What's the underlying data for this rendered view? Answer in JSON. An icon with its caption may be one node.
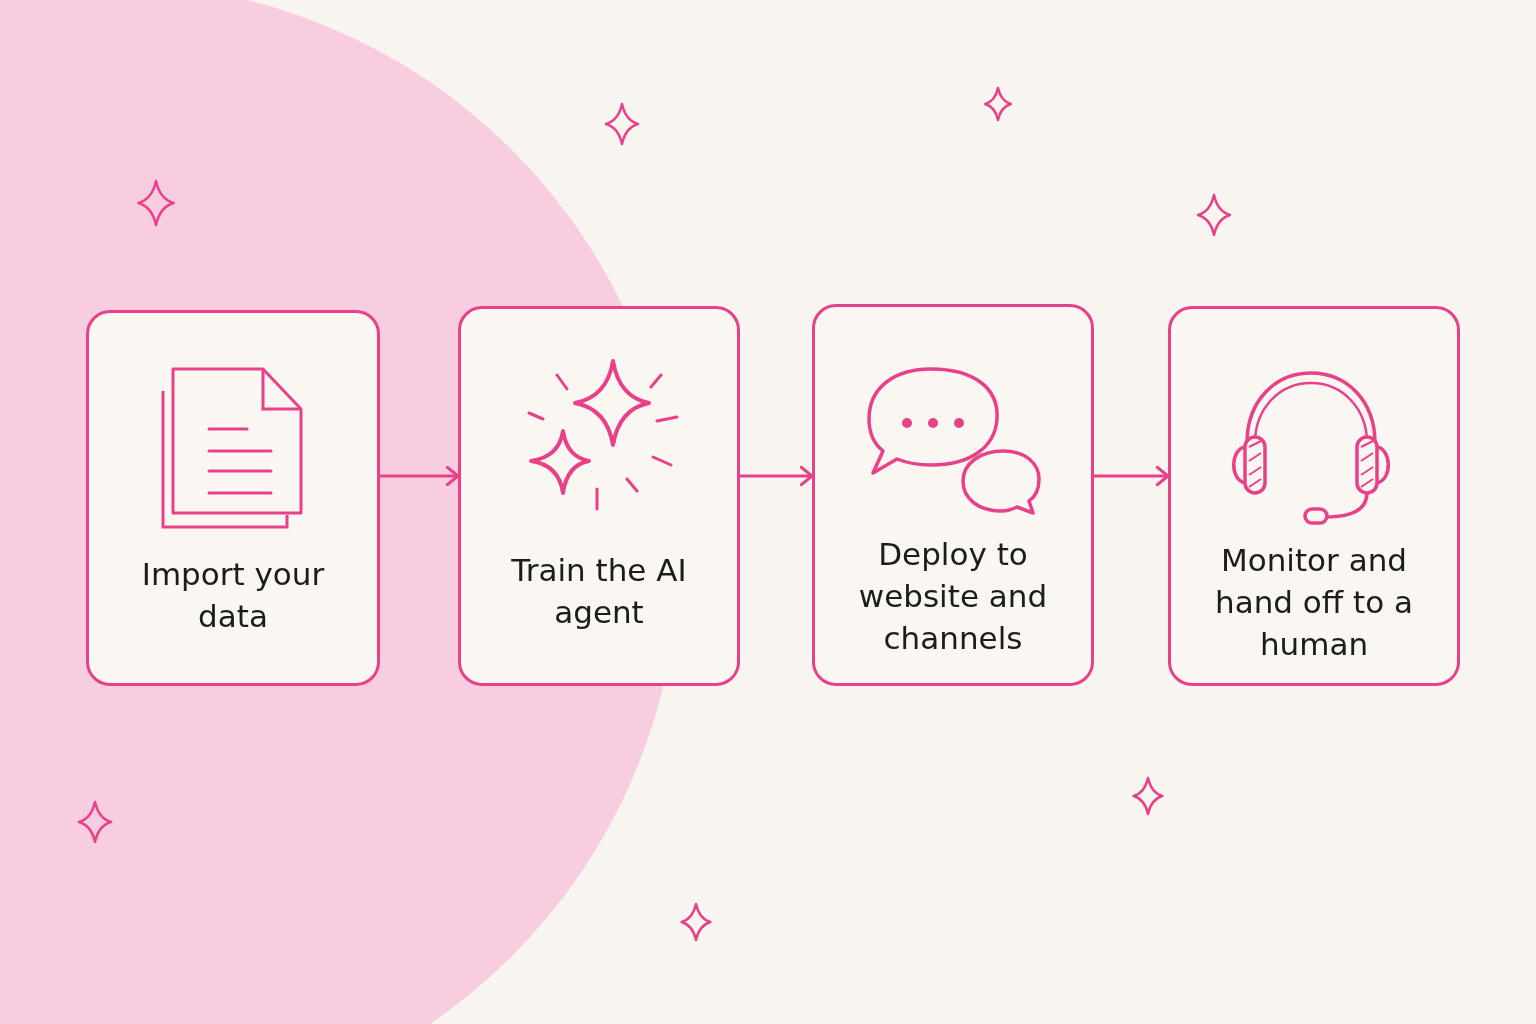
{
  "diagram": {
    "nodes": [
      {
        "text": [
          "Import your data"
        ]
      },
      {
        "text": [
          "Train the AI agent"
        ]
      },
      {
        "text": [
          "Deploy to website and channels"
        ]
      },
      {
        "text": [
          "Monitor and hand off to a human"
        ]
      }
    ],
    "edges": [
      {
        "from": 0,
        "to": 1,
        "arrow": "to"
      },
      {
        "from": 1,
        "to": 2,
        "arrow": "to"
      },
      {
        "from": 2,
        "to": 3,
        "arrow": "to"
      }
    ]
  }
}
